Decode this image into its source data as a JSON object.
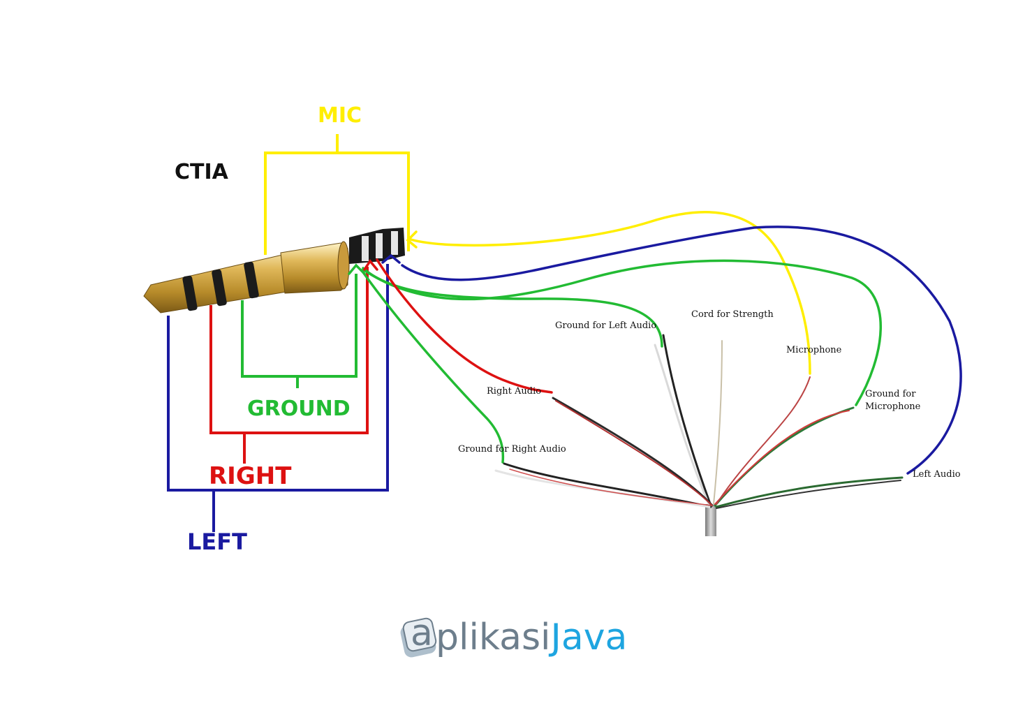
{
  "diagram": {
    "title": "CTIA",
    "jack_labels": {
      "mic": "MIC",
      "ground": "GROUND",
      "right": "RIGHT",
      "left": "LEFT"
    },
    "wire_labels": {
      "ground_left_audio": "Ground for Left Audio",
      "cord_strength": "Cord for Strength",
      "microphone": "Microphone",
      "right_audio": "Right Audio",
      "ground_microphone_1": "Ground for",
      "ground_microphone_2": "Microphone",
      "ground_right_audio": "Ground for Right Audio",
      "left_audio": "Left Audio"
    },
    "colors": {
      "mic": "#ffee00",
      "ground": "#22bb33",
      "right": "#dd1111",
      "left": "#1a1aa0",
      "logo_gray": "#6d7e8c",
      "logo_blue": "#1ea5e0"
    }
  },
  "logo": {
    "part1": "plikasi",
    "part2": "Java"
  }
}
